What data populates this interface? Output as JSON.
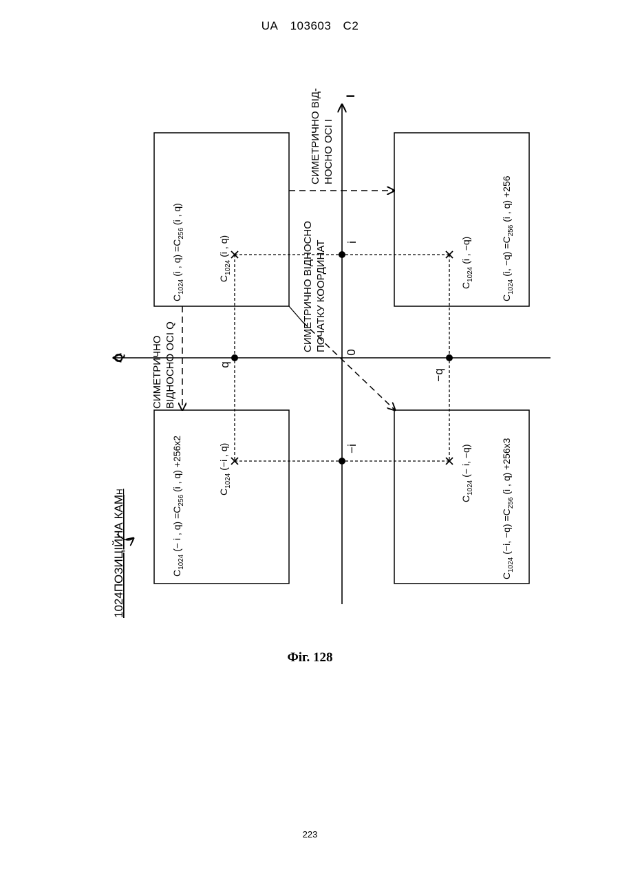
{
  "header": {
    "country": "UA",
    "number": "103603",
    "kind": "C2"
  },
  "figure": {
    "title_prefix": "1024",
    "title_main": "ПОЗИЦІЙНА КАМ",
    "title_sub": "Н",
    "axis_i": "I",
    "axis_q": "Q",
    "origin": "0",
    "label_i": "i",
    "label_neg_i": "−i",
    "label_q": "q",
    "label_neg_q": "−q",
    "sym_i_line1": "СИМЕТРИЧНО ВІД-",
    "sym_i_line2": "НОСНО ОСІ I",
    "sym_o_line1": "СИМЕТРИЧНО ВІДНОСНО",
    "sym_o_line2": "ПОЧАТКУ КООРДИНАТ",
    "sym_q_line1": "СИМЕТРИЧНО",
    "sym_q_line2": "ВІДНОСНО ОСІ Q",
    "box_tl": {
      "eq_a": "C",
      "eq_a_sub": "1024",
      "eq_b": " (i , q) =C",
      "eq_b_sub": "256",
      "eq_c": " (i , q)",
      "pt_a": "C",
      "pt_a_sub": "1024",
      "pt_b": " (i , q)"
    },
    "box_tr": {
      "eq_a": "C",
      "eq_a_sub": "1024",
      "eq_b": " (i,  −q) =C",
      "eq_b_sub": "256",
      "eq_c": " (i , q) +256",
      "pt_a": "C",
      "pt_a_sub": "1024",
      "pt_b": " (i ,  −q)"
    },
    "box_bl": {
      "eq_a": "C",
      "eq_a_sub": "1024",
      "eq_b": " (− i , q) =C",
      "eq_b_sub": "256",
      "eq_c": " (i , q) +256x2",
      "pt_a": "C",
      "pt_a_sub": "1024",
      "pt_b": " (−i , q)"
    },
    "box_br": {
      "eq_a": "C",
      "eq_a_sub": "1024",
      "eq_b": " (−i,  −q) =C",
      "eq_b_sub": "256",
      "eq_c": " (i , q) +256x3",
      "pt_a": "C",
      "pt_a_sub": "1024",
      "pt_b": " (− i,  −q)"
    }
  },
  "caption": "Фіг. 128",
  "page_number": "223"
}
